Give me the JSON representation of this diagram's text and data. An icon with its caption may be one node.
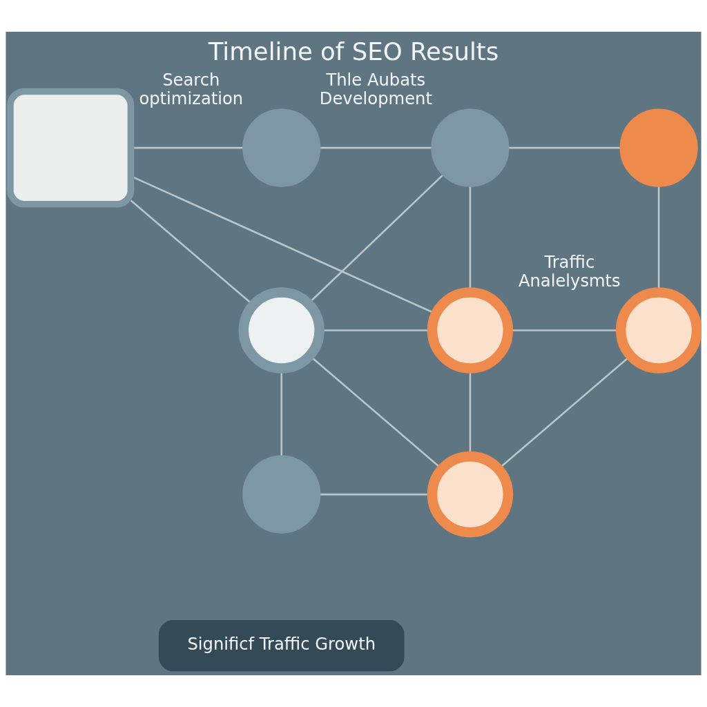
{
  "diagram": {
    "title": "Timeline of SEO Results",
    "nodes": [
      {
        "text": [],
        "shape": "box"
      },
      {
        "text": [],
        "shape": "circle",
        "beside": [
          "Search optimization"
        ]
      },
      {
        "text": [],
        "shape": "circle",
        "beside": [
          "Thle Aubats Development"
        ]
      },
      {
        "text": [],
        "shape": "circle"
      },
      {
        "text": [],
        "shape": "circle"
      },
      {
        "text": [],
        "shape": "circle"
      },
      {
        "text": [],
        "shape": "circle",
        "beside": [
          "Traffic Analelysmts"
        ]
      },
      {
        "text": [],
        "shape": "circle"
      },
      {
        "text": [],
        "shape": "circle"
      },
      {
        "text": [
          "Significf Traffic Growth"
        ]
      }
    ],
    "edges": [
      {
        "from": 0,
        "to": 1,
        "arrow": "none"
      },
      {
        "from": 1,
        "to": 2,
        "arrow": "none"
      },
      {
        "from": 2,
        "to": 3,
        "arrow": "none"
      },
      {
        "from": 0,
        "to": 4,
        "arrow": "none"
      },
      {
        "from": 0,
        "to": 5,
        "arrow": "none"
      },
      {
        "from": 2,
        "to": 4,
        "arrow": "none"
      },
      {
        "from": 2,
        "to": 5,
        "arrow": "none"
      },
      {
        "from": 3,
        "to": 6,
        "arrow": "none"
      },
      {
        "from": 4,
        "to": 5,
        "arrow": "none"
      },
      {
        "from": 5,
        "to": 6,
        "arrow": "none"
      },
      {
        "from": 4,
        "to": 7,
        "arrow": "none"
      },
      {
        "from": 4,
        "to": 8,
        "arrow": "none"
      },
      {
        "from": 7,
        "to": 8,
        "arrow": "none"
      },
      {
        "from": 5,
        "to": 8,
        "arrow": "none"
      },
      {
        "from": 6,
        "to": 8,
        "arrow": "none"
      }
    ]
  }
}
